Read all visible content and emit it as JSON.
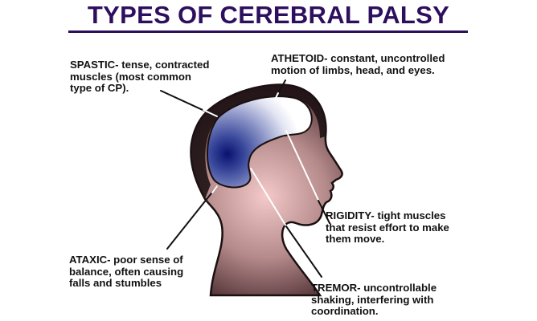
{
  "title": "TYPES OF CEREBRAL PALSY",
  "colors": {
    "title": "#2e0f5e",
    "head_outline": "#1a1010",
    "head_fill_center": "#f2c4c4",
    "head_fill_edge": "#3a2326",
    "brain_highlight": "#0d1570",
    "brain_white": "#ffffff",
    "text": "#111111"
  },
  "labels": {
    "spastic": {
      "term": "SPASTIC",
      "text": "SPASTIC- tense, contracted\nmuscles (most common\ntype of CP)."
    },
    "athetoid": {
      "term": "ATHETOID",
      "text": "ATHETOID- constant, uncontrolled\nmotion of limbs, head, and eyes."
    },
    "rigidity": {
      "term": "RIGIDITY",
      "text": "RIGIDITY- tight muscles\nthat resist effort to make\nthem move."
    },
    "ataxic": {
      "term": "ATAXIC",
      "text": "ATAXIC- poor sense of\nbalance, often causing\nfalls and stumbles"
    },
    "tremor": {
      "term": "TREMOR",
      "text": "TREMOR- uncontrollable\nshaking, interfering with\ncoordination."
    }
  }
}
